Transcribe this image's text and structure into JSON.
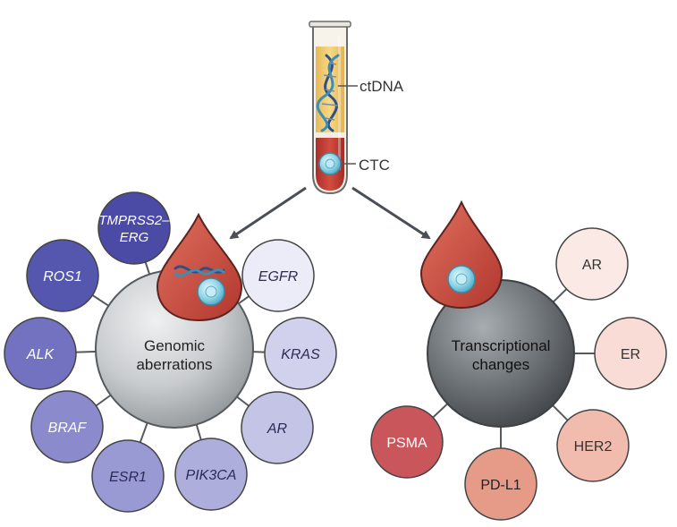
{
  "tube": {
    "ctdna_label": "ctDNA",
    "ctc_label": "CTC"
  },
  "genomic": {
    "hub_label_line1": "Genomic",
    "hub_label_line2": "aberrations",
    "satellites": [
      {
        "label_line1": "TMPRSS2–",
        "label_line2": "ERG",
        "color": "#4b4ba6"
      },
      {
        "label_line1": "ROS1",
        "label_line2": "",
        "color": "#5556ad"
      },
      {
        "label_line1": "ALK",
        "label_line2": "",
        "color": "#7272c0"
      },
      {
        "label_line1": "BRAF",
        "label_line2": "",
        "color": "#8a8acc"
      },
      {
        "label_line1": "ESR1",
        "label_line2": "",
        "color": "#9999d4"
      },
      {
        "label_line1": "PIK3CA",
        "label_line2": "",
        "color": "#aeaedd"
      },
      {
        "label_line1": "AR",
        "label_line2": "",
        "color": "#c4c4e7"
      },
      {
        "label_line1": "KRAS",
        "label_line2": "",
        "color": "#d1d1ed"
      },
      {
        "label_line1": "EGFR",
        "label_line2": "",
        "color": "#ececf8"
      }
    ]
  },
  "transcriptional": {
    "hub_label_line1": "Transcriptional",
    "hub_label_line2": "changes",
    "satellites": [
      {
        "label_line1": "AR",
        "label_line2": "",
        "color": "#fbe9e5"
      },
      {
        "label_line1": "ER",
        "label_line2": "",
        "color": "#f8dcd5"
      },
      {
        "label_line1": "HER2",
        "label_line2": "",
        "color": "#f1bcae"
      },
      {
        "label_line1": "PD-L1",
        "label_line2": "",
        "color": "#e69a88"
      },
      {
        "label_line1": "PSMA",
        "label_line2": "",
        "color": "#c9565a"
      }
    ]
  },
  "colors": {
    "genomic_hub": "#c9ccce",
    "transcriptional_hub": "#6e7378",
    "blood": "#c8463c",
    "plasma": "#f2d27a",
    "cell": "#8fd4e6"
  }
}
